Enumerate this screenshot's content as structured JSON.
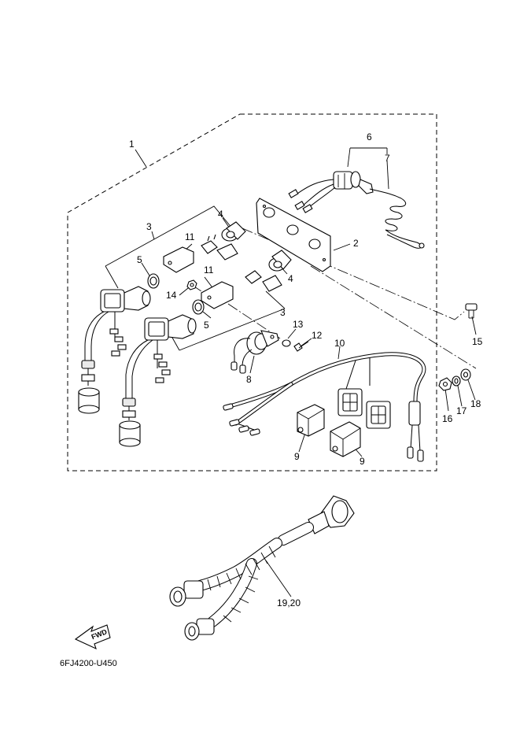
{
  "callouts": {
    "c1": "1",
    "c2": "2",
    "c3a": "3",
    "c3b": "3",
    "c4a": "4",
    "c4b": "4",
    "c5a": "5",
    "c5b": "5",
    "c6": "6",
    "c7": "7",
    "c8": "8",
    "c9a": "9",
    "c9b": "9",
    "c10": "10",
    "c11a": "11",
    "c11b": "11",
    "c12": "12",
    "c13": "13",
    "c14": "14",
    "c15": "15",
    "c16": "16",
    "c17": "17",
    "c18": "18",
    "c1920": "19,20"
  },
  "direction_label": "FWD",
  "diagram_code": "6FJ4200-U450"
}
